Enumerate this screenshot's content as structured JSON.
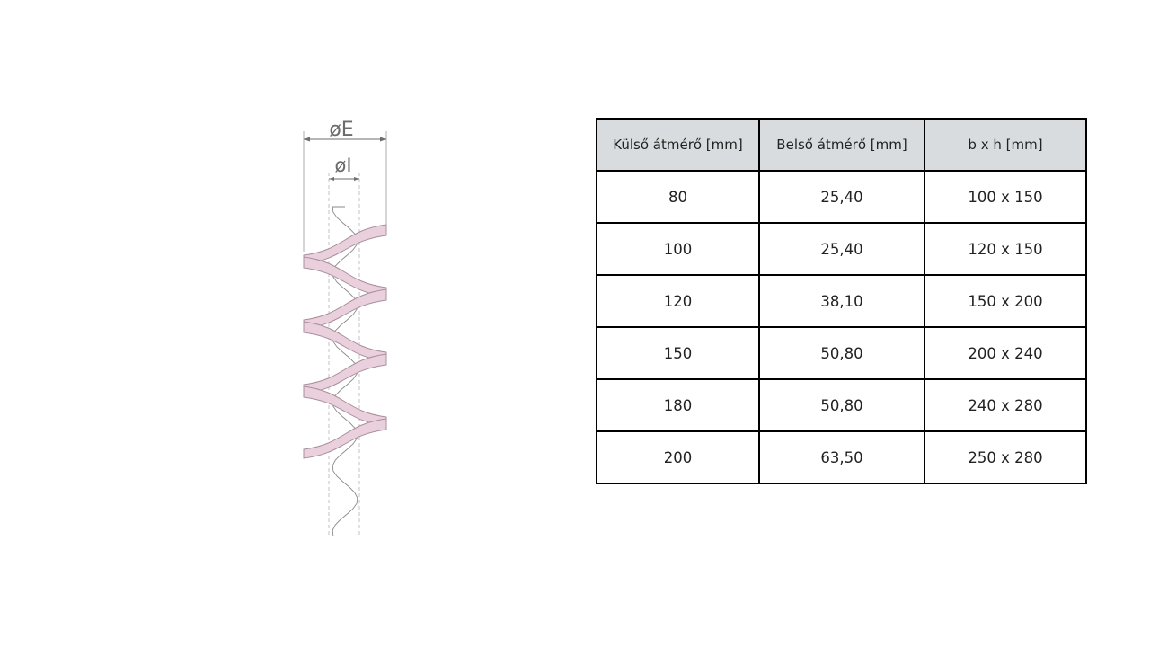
{
  "drawing": {
    "outer_diameter_label": "øE",
    "inner_diameter_label": "øI",
    "colors": {
      "band_fill": "#ead0dd",
      "band_stroke": "#a98e9c",
      "dimension_line": "#8a8a8a"
    }
  },
  "table": {
    "headers": [
      "Külső átmérő [mm]",
      "Belső átmérő [mm]",
      "b x h [mm]"
    ],
    "rows": [
      [
        "80",
        "25,40",
        "100 x 150"
      ],
      [
        "100",
        "25,40",
        "120 x 150"
      ],
      [
        "120",
        "38,10",
        "150 x 200"
      ],
      [
        "150",
        "50,80",
        "200 x 240"
      ],
      [
        "180",
        "50,80",
        "240 x 280"
      ],
      [
        "200",
        "63,50",
        "250 x 280"
      ]
    ],
    "colors": {
      "header_background": "#d9dcde",
      "border": "#000000"
    }
  }
}
